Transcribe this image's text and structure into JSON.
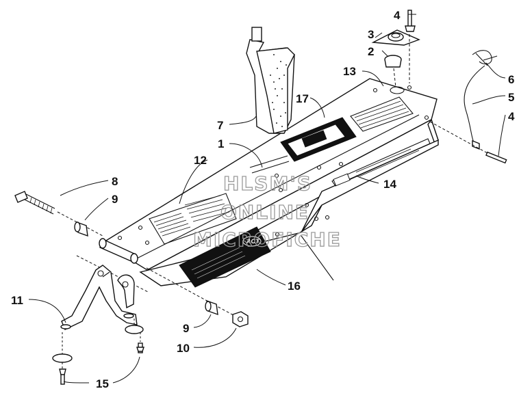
{
  "watermark": {
    "lines": [
      "HLSM'S",
      "ONLINE",
      "MICROFICHE"
    ]
  },
  "decal": {
    "brand": "ACT"
  },
  "callouts": {
    "c1": "1",
    "c2": "2",
    "c3": "3",
    "c4a": "4",
    "c4b": "4",
    "c5": "5",
    "c6": "6",
    "c7": "7",
    "c8": "8",
    "c9a": "9",
    "c9b": "9",
    "c10": "10",
    "c11": "11",
    "c12": "12",
    "c13": "13",
    "c14": "14",
    "c15": "15",
    "c16": "16",
    "c17": "17"
  }
}
